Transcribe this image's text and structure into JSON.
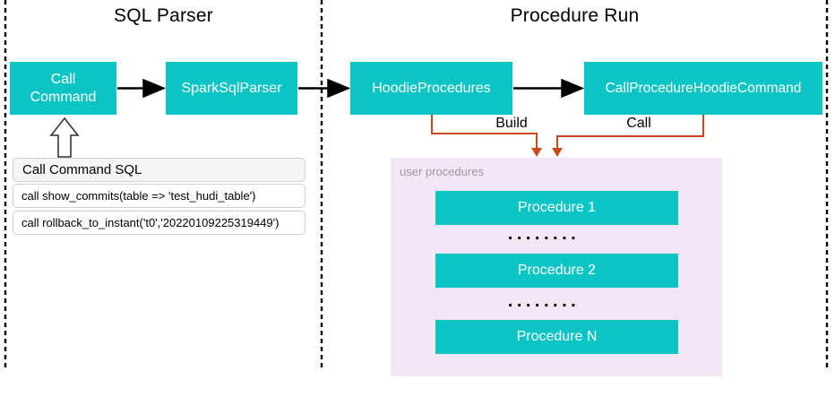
{
  "colors": {
    "teal": "#0BC5C4",
    "orange": "#CB4A1D",
    "lavender": "#F2E6F7",
    "gray_label": "#9A9A9A"
  },
  "sql_parser": {
    "title": "SQL Parser",
    "call_command_lines": [
      "Call",
      "Command"
    ],
    "spark_sql_parser": "SparkSqlParser",
    "sql_panel": {
      "header": "Call Command SQL",
      "rows": [
        "call show_commits(table => 'test_hudi_table')",
        "call rollback_to_instant('t0','20220109225319449')"
      ]
    }
  },
  "procedure_run": {
    "title": "Procedure Run",
    "hoodie_procedures": "HoodieProcedures",
    "call_procedure_hoodie_command": "CallProcedureHoodieCommand",
    "build_label": "Build",
    "call_label": "Call",
    "user_procedures_label": "user procedures",
    "procedures": [
      "Procedure 1",
      "Procedure 2",
      "Procedure N"
    ],
    "ellipsis": "........"
  }
}
